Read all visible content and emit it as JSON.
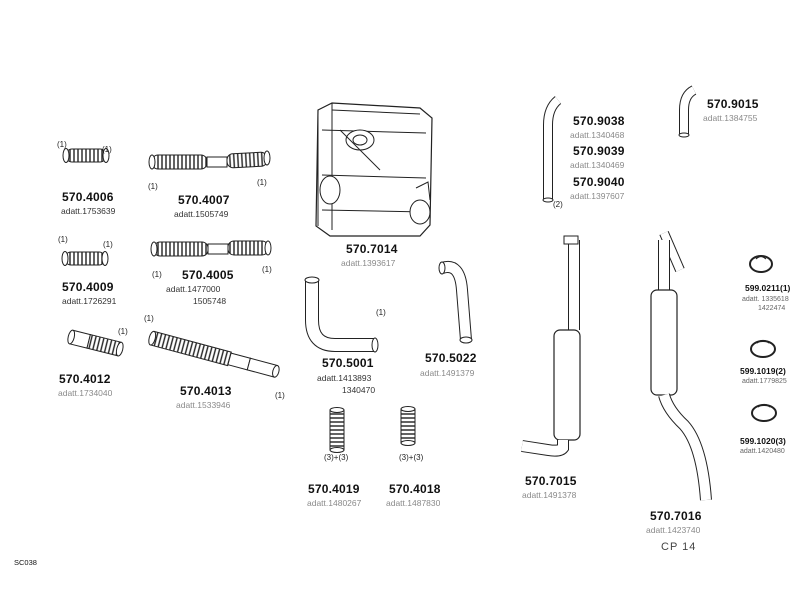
{
  "page_code": "SC038",
  "catalog_label": "CP 14",
  "parts": [
    {
      "id": "p4006",
      "number": "570.4006",
      "ref": "adatt.1753639",
      "qty": [
        "(1)",
        "(1)"
      ],
      "icon": "flex-hose-short-icon"
    },
    {
      "id": "p4007",
      "number": "570.4007",
      "ref": "adatt.1505749",
      "qty": [
        "(1)",
        "(1)"
      ],
      "icon": "flex-hose-long-icon"
    },
    {
      "id": "p4009",
      "number": "570.4009",
      "ref": "adatt.1726291",
      "qty": [
        "(1)",
        "(1)"
      ],
      "icon": "flex-hose-short-icon"
    },
    {
      "id": "p4005",
      "number": "570.4005",
      "ref": "adatt.1477000",
      "ref2": "1505748",
      "qty": [
        "(1)",
        "(1)"
      ],
      "icon": "flex-hose-long-icon"
    },
    {
      "id": "p4012",
      "number": "570.4012",
      "ref": "adatt.1734040",
      "qty": [
        "(1)"
      ],
      "icon": "flex-pipe-angled-icon"
    },
    {
      "id": "p4013",
      "number": "570.4013",
      "ref": "adatt.1533946",
      "qty": [
        "(1)",
        "(1)"
      ],
      "icon": "flex-pipe-long-icon"
    },
    {
      "id": "p7014",
      "number": "570.7014",
      "ref": "adatt.1393617",
      "icon": "silencer-box-icon"
    },
    {
      "id": "p5001",
      "number": "570.5001",
      "ref": "adatt.1413893",
      "ref2": "1340470",
      "qty": [
        "(1)"
      ],
      "icon": "bent-pipe-icon"
    },
    {
      "id": "p5022",
      "number": "570.5022",
      "ref": "adatt.1491379",
      "icon": "bent-pipe-short-icon"
    },
    {
      "id": "p4019",
      "number": "570.4019",
      "ref": "adatt.1480267",
      "qty": [
        "(3)+(3)"
      ],
      "icon": "flex-bellows-icon"
    },
    {
      "id": "p4018",
      "number": "570.4018",
      "ref": "adatt.1487830",
      "qty": [
        "(3)+(3)"
      ],
      "icon": "flex-bellows-icon"
    },
    {
      "id": "p9038",
      "number": "570.9038",
      "ref": "adatt.1340468",
      "icon": "tailpipe-icon"
    },
    {
      "id": "p9039",
      "number": "570.9039",
      "ref": "adatt.1340469"
    },
    {
      "id": "p9040",
      "number": "570.9040",
      "ref": "adatt.1397607",
      "qty": [
        "(2)"
      ]
    },
    {
      "id": "p9015",
      "number": "570.9015",
      "ref": "adatt.1384755",
      "icon": "tailpipe-short-icon"
    },
    {
      "id": "p7015",
      "number": "570.7015",
      "ref": "adatt.1491378",
      "icon": "muffler-pipe-icon"
    },
    {
      "id": "p7016",
      "number": "570.7016",
      "ref": "adatt.1423740",
      "icon": "muffler-pipe-long-icon"
    },
    {
      "id": "p0211",
      "number": "599.0211",
      "qty_inline": "(1)",
      "ref": "adatt. 1335618",
      "ref2": "1422474",
      "icon": "clamp-icon"
    },
    {
      "id": "p1019",
      "number": "599.1019",
      "qty_inline": "(2)",
      "ref": "adatt.1779825",
      "icon": "clamp-icon"
    },
    {
      "id": "p1020",
      "number": "599.1020",
      "qty_inline": "(3)",
      "ref": "adatt.1420480",
      "icon": "clamp-icon"
    }
  ]
}
